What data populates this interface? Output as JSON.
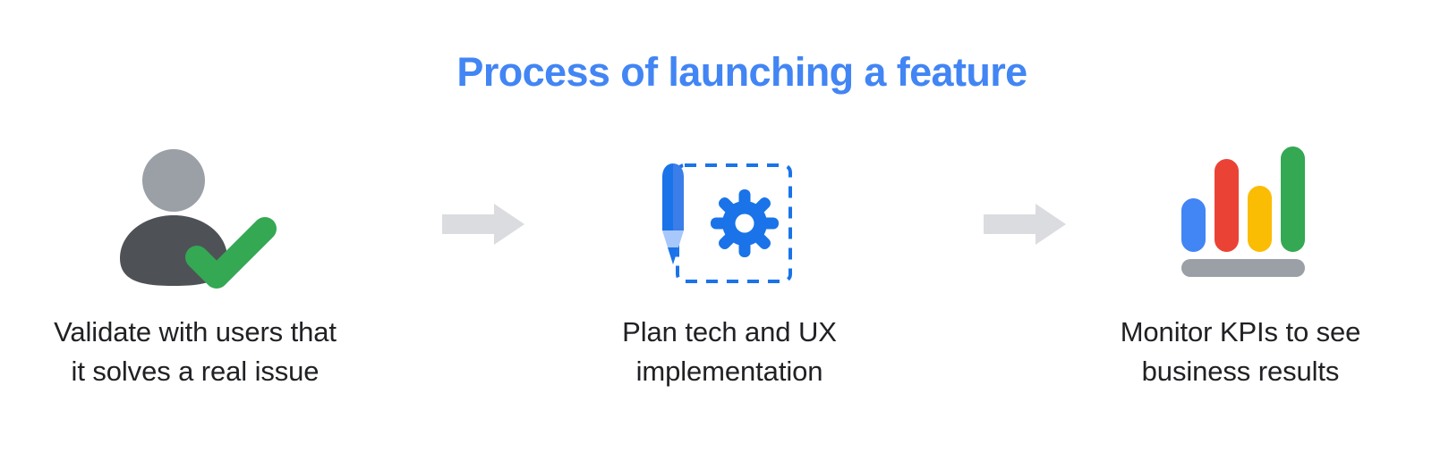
{
  "slide": {
    "title": "Process of launching a feature",
    "background_color": "#FFFFFF",
    "title_color": "#4285F4"
  },
  "colors": {
    "google_blue": "#4285F4",
    "google_blue_dark": "#1A73E8",
    "google_blue_light": "#A8C7FA",
    "google_red": "#EA4335",
    "google_yellow": "#FBBC04",
    "google_green": "#34A853",
    "gray_light": "#DADCE0",
    "gray_mid": "#9AA0A6",
    "gray_dark": "#4E5257",
    "text_black": "#202124"
  },
  "steps": [
    {
      "index": 1,
      "icon_name": "validated-user-icon",
      "caption": "Validate with users that\nit solves a real issue",
      "caption_lines": [
        "Validate with users that",
        "it solves a real issue"
      ],
      "icon_parts": [
        "person-head",
        "person-body",
        "green-check"
      ]
    },
    {
      "index": 2,
      "icon_name": "plan-design-icon",
      "caption": "Plan tech and UX\nimplementation",
      "caption_lines": [
        "Plan tech and UX",
        "implementation"
      ],
      "icon_parts": [
        "pencil",
        "dashed-frame",
        "gear"
      ]
    },
    {
      "index": 3,
      "icon_name": "bar-chart-icon",
      "caption": "Monitor KPIs to see\nbusiness results",
      "caption_lines": [
        "Monitor KPIs to see",
        "business results"
      ],
      "icon_parts": [
        "bar-blue",
        "bar-red",
        "bar-yellow",
        "bar-green",
        "baseline"
      ]
    }
  ],
  "connectors": [
    {
      "index": 1,
      "icon_name": "arrow-right-icon",
      "direction": "right",
      "color": "#DADCE0"
    },
    {
      "index": 2,
      "icon_name": "arrow-right-icon",
      "direction": "right",
      "color": "#DADCE0"
    }
  ],
  "chart_icon": {
    "type": "bar",
    "categories": [
      "1",
      "2",
      "3",
      "4"
    ],
    "values": [
      48,
      82,
      58,
      92
    ],
    "bar_colors": [
      "#4285F4",
      "#EA4335",
      "#FBBC04",
      "#34A853"
    ],
    "baseline_color": "#9AA0A6"
  }
}
